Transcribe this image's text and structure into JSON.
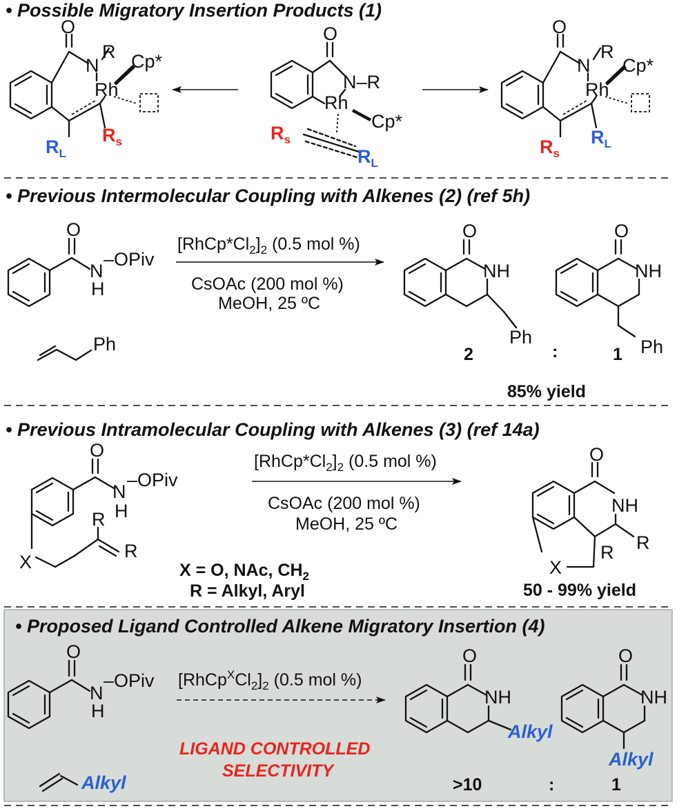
{
  "colors": {
    "red": "#e8241f",
    "blue": "#2b5fd6",
    "panel": "#d7dcd8",
    "ink": "#111111"
  },
  "section1": {
    "header": "• Possible Migratory Insertion Products (1)",
    "center": {
      "O": "O",
      "NR": "N–R",
      "Rh": "Rh",
      "Cp": "Cp*",
      "Rs": "R",
      "Rs_sub": "s",
      "RL": "R",
      "RL_sub": "L"
    },
    "left": {
      "O": "O",
      "N": "N",
      "R": "R",
      "Cp": "Cp*",
      "Rh": "Rh",
      "RL": "R",
      "RL_sub": "L",
      "Rs": "R",
      "Rs_sub": "s"
    },
    "right": {
      "O": "O",
      "N": "N",
      "R": "R",
      "Cp": "Cp*",
      "Rh": "Rh",
      "Rs": "R",
      "Rs_sub": "s",
      "RL": "R",
      "RL_sub": "L"
    }
  },
  "section2": {
    "header": "• Previous Intermolecular Coupling with Alkenes (2) (ref 5h)",
    "reactant": {
      "O": "O",
      "OPiv": "–OPiv",
      "N": "N",
      "H": "H",
      "Ph": "Ph"
    },
    "catalyst": {
      "pre": "[RhCp*Cl",
      "sub2": "2",
      "close": "]",
      "sub2b": "2",
      "post": " (0.5 mol %)"
    },
    "cond1": "CsOAc (200 mol %)",
    "cond2": "MeOH, 25 ºC",
    "p1": {
      "O": "O",
      "NH": "NH",
      "Ph": "Ph",
      "label": "2"
    },
    "p2": {
      "O": "O",
      "NH": "NH",
      "Ph": "Ph",
      "label": "1"
    },
    "colon": ":",
    "yield": "85% yield"
  },
  "section3": {
    "header": "• Previous Intramolecular Coupling with Alkenes (3) (ref 14a)",
    "reactant": {
      "O": "O",
      "OPiv": "–OPiv",
      "N": "N",
      "H": "H",
      "X": "X",
      "R1": "R",
      "R2": "R"
    },
    "catalyst": {
      "pre": "[RhCp*Cl",
      "sub2": "2",
      "close": "]",
      "sub2b": "2",
      "post": " (0.5 mol %)"
    },
    "cond1": "CsOAc (200 mol %)",
    "cond2": "MeOH, 25 ºC",
    "xdef": "X = O, NAc, CH",
    "xdef_sub": "2",
    "rdef": "R = Alkyl, Aryl",
    "product": {
      "O": "O",
      "NH": "NH",
      "R1": "R",
      "R2": "R",
      "X": "X"
    },
    "yield": "50 - 99% yield"
  },
  "section4": {
    "header": "• Proposed Ligand Controlled Alkene Migratory Insertion (4)",
    "reactant": {
      "O": "O",
      "OPiv": "–OPiv",
      "N": "N",
      "H": "H",
      "alkyl": "Alkyl"
    },
    "catalyst": {
      "pre": "[RhCp",
      "sup": "X",
      "mid": "Cl",
      "sub2": "2",
      "close": "]",
      "sub2b": "2",
      "post": " (0.5 mol %)"
    },
    "selectivity_line1": "LIGAND CONTROLLED",
    "selectivity_line2": "SELECTIVITY",
    "p1": {
      "O": "O",
      "NH": "NH",
      "alkyl": "Alkyl",
      "label": ">10"
    },
    "p2": {
      "O": "O",
      "NH": "NH",
      "alkyl": "Alkyl",
      "label": "1"
    },
    "colon": ":"
  }
}
